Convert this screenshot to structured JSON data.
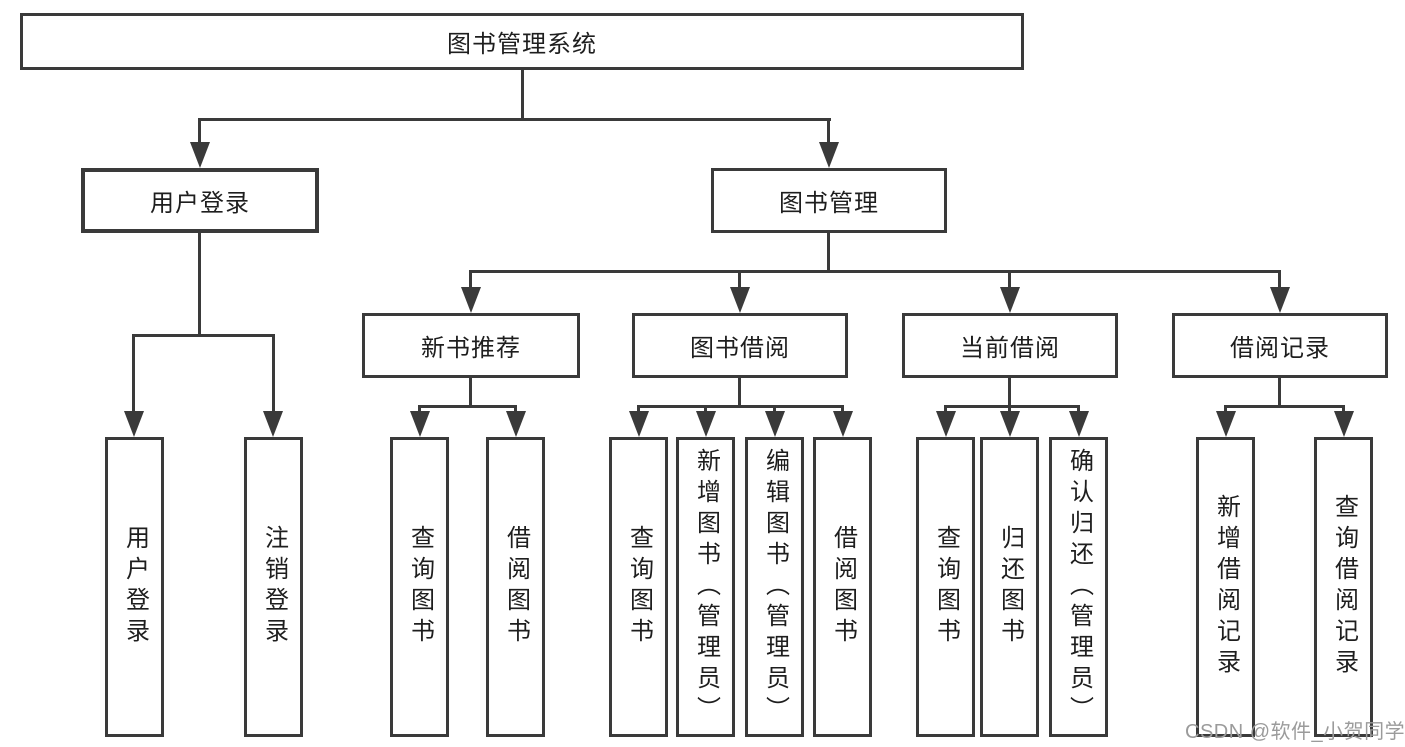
{
  "colors": {
    "line": "#3a3a3a",
    "box_border": "#3a3a3a",
    "text": "#1e1e1e",
    "watermark_text": "#9b9b9b",
    "background": "#ffffff"
  },
  "root": {
    "label": "图书管理系统"
  },
  "branches": [
    {
      "label": "用户登录",
      "children": [
        {
          "label": "用户登录"
        },
        {
          "label": "注销登录"
        }
      ]
    },
    {
      "label": "图书管理",
      "children": [
        {
          "label": "新书推荐",
          "children": [
            {
              "label": "查询图书"
            },
            {
              "label": "借阅图书"
            }
          ]
        },
        {
          "label": "图书借阅",
          "children": [
            {
              "label": "查询图书"
            },
            {
              "label": "新增图书（管理员）"
            },
            {
              "label": "编辑图书（管理员）"
            },
            {
              "label": "借阅图书"
            }
          ]
        },
        {
          "label": "当前借阅",
          "children": [
            {
              "label": "查询图书"
            },
            {
              "label": "归还图书"
            },
            {
              "label": "确认归还（管理员）"
            }
          ]
        },
        {
          "label": "借阅记录",
          "children": [
            {
              "label": "新增借阅记录"
            },
            {
              "label": "查询借阅记录"
            }
          ]
        }
      ]
    }
  ],
  "watermark": "CSDN @软件_小贺同学"
}
